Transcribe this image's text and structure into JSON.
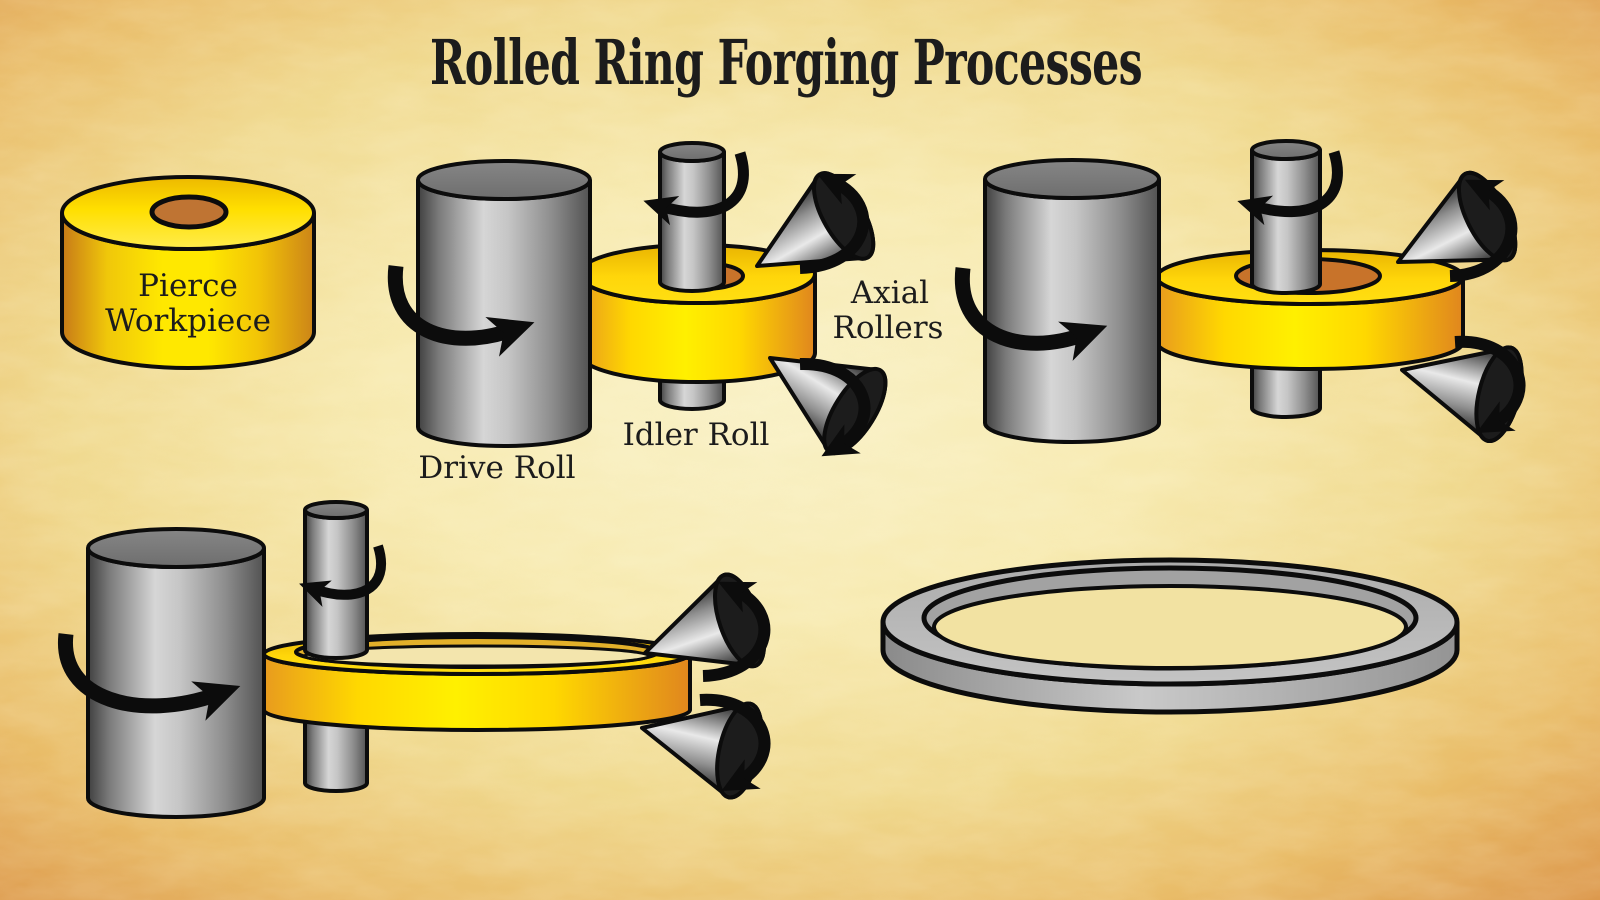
{
  "title": "Rolled Ring Forging Processes",
  "labels": {
    "pierce_workpiece": [
      "Pierce",
      "Workpiece"
    ],
    "drive_roll": "Drive Roll",
    "idler_roll": "Idler Roll",
    "axial_rollers": [
      "Axial",
      "Rollers"
    ]
  },
  "stages": [
    {
      "id": "pierce-workpiece"
    },
    {
      "id": "ring-rolling-start"
    },
    {
      "id": "ring-rolling-expanding"
    },
    {
      "id": "ring-rolling-final"
    },
    {
      "id": "finished-ring"
    }
  ],
  "icons": {
    "rotation_arrow": "curved-rotation-arrow",
    "drive_rotation_arrow": "curved-drive-arrow"
  },
  "colors": {
    "background_center": "#f9f1c6",
    "background_edge": "#d78c3e",
    "ring_yellow": "#ffd800",
    "ring_orange_side": "#e0861e",
    "hole_orange": "#c8732a",
    "workpiece_hole_orange": "#bf7433",
    "steel_light": "#d6d6d6",
    "steel_dark": "#3f3f3f",
    "outline": "#0c0c0c",
    "title_color": "#171717"
  }
}
